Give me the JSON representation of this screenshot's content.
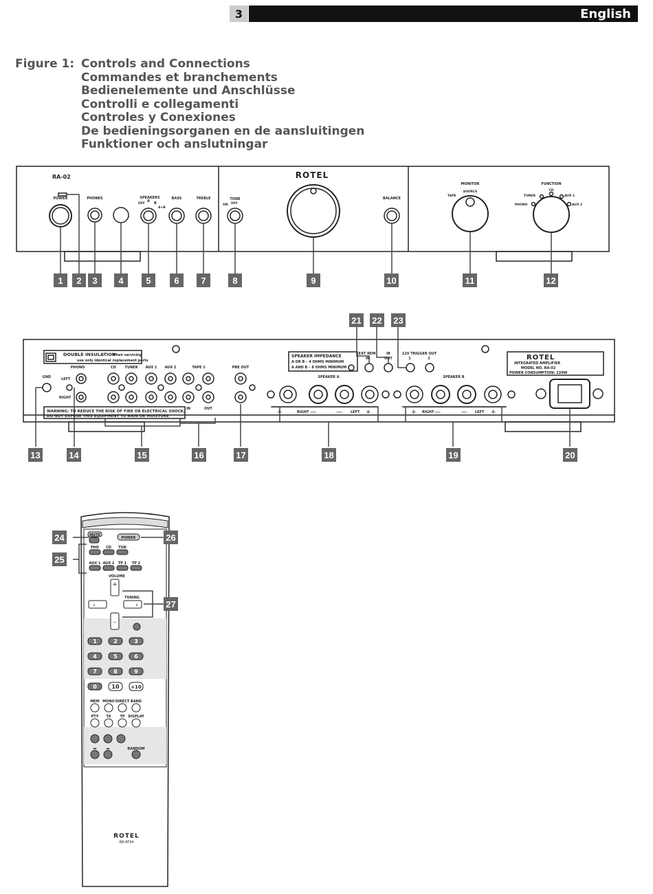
{
  "header": {
    "page_number": "3",
    "language": "English"
  },
  "figure": {
    "label": "Figure 1:",
    "titles": [
      "Controls and Connections",
      "Commandes et branchements",
      "Bedienelemente und Anschlüsse",
      "Controlli e collegamenti",
      "Controles y Conexiones",
      "De bedieningsorganen en de aansluitingen",
      "Funktioner och anslutningar"
    ]
  },
  "front_panel": {
    "model": "RA-02",
    "brand": "ROTEL",
    "labels": {
      "power": "POWER",
      "phones": "PHONES",
      "speakers": "SPEAKERS",
      "spk_off": "OFF",
      "spk_a": "A",
      "spk_b": "B",
      "spk_ab": "A+B",
      "bass": "BASS",
      "treble": "TREBLE",
      "tone": "TONE",
      "tone_on": "ON",
      "tone_off": "OFF",
      "balance": "BALANCE",
      "monitor": "MONITOR",
      "source": "SOURCE",
      "tape": "TAPE",
      "function": "FUNCTION",
      "cd": "CD",
      "tuner": "TUNER",
      "aux1": "AUX 1",
      "phono": "PHONO",
      "aux2": "AUX 2"
    },
    "callouts": [
      "1",
      "2",
      "3",
      "4",
      "5",
      "6",
      "7",
      "8",
      "9",
      "10",
      "11",
      "12"
    ]
  },
  "rear_panel": {
    "double_insulation": "DOUBLE INSULATION",
    "servicing_1": "When servicing",
    "servicing_2": "use only identical replacement parts",
    "warning_1": "WARNING: TO REDUCE THE RISK OF FIRE OR ELECTRICAL SHOCK,",
    "warning_2": "DO NOT EXPOSE THIS EQUIPMENT TO RAIN OR MOISTURE",
    "gnd": "GND",
    "phono": "PHONO",
    "left": "LEFT",
    "right": "RIGHT",
    "cd": "CD",
    "tuner": "TUNER",
    "aux1": "AUX 1",
    "aux2": "AUX 2",
    "tape1": "TAPE 1",
    "in": "IN",
    "out": "OUT",
    "pre_out": "PRE OUT",
    "imp_title": "SPEAKER IMPEDANCE",
    "imp_1": "A OR B – 4 OHMS MINIMUM",
    "imp_2": "A AND B – 8 OHMS MINIMUM",
    "speaker_a": "SPEAKER A",
    "speaker_b": "SPEAKER B",
    "ext_rem": "EXT REM",
    "ext_in": "IN",
    "ir": "IR",
    "ir_out": "OUT",
    "trigger": "12V TRIGGER OUT",
    "trig_1": "1",
    "trig_2": "2",
    "brand": "ROTEL",
    "product": "INTEGRATED AMPLIFIER",
    "model_no": "MODEL NO. RA-02",
    "power_cons": "POWER CONSUMPTION: 220W",
    "callouts": [
      "13",
      "14",
      "15",
      "16",
      "17",
      "18",
      "19",
      "20",
      "21",
      "22",
      "23"
    ]
  },
  "remote": {
    "mute": "MUTE",
    "power": "POWER",
    "sources_1": [
      "PHO",
      "CD",
      "TUN"
    ],
    "sources_2": [
      "AUX 1",
      "AUX 2",
      "TP 1",
      "TP 2"
    ],
    "volume": "VOLUME",
    "tuning": "TUNING",
    "digits": [
      "1",
      "2",
      "3",
      "4",
      "5",
      "6",
      "7",
      "8",
      "9",
      "0",
      "10",
      "+10"
    ],
    "row_a": [
      "MEM",
      "MONO",
      "DIRECT",
      "BAND"
    ],
    "row_b": [
      "PTY",
      "TA",
      "TP",
      "DISPLAY"
    ],
    "random": "RANDOM",
    "brand": "ROTEL",
    "model": "RR-AT94",
    "callouts": [
      "24",
      "25",
      "26",
      "27"
    ]
  }
}
